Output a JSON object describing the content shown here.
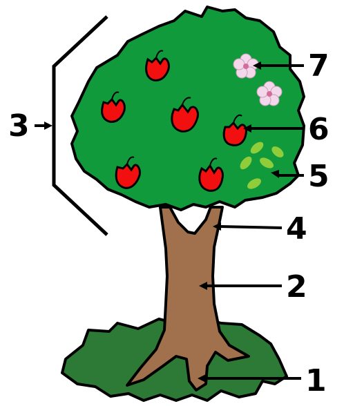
{
  "labels": {
    "roots": "1",
    "trunk": "2",
    "crown": "3",
    "branch": "4",
    "leaves": "5",
    "fruit": "6",
    "flower": "7"
  },
  "colors": {
    "canopy": "#119a3c",
    "grass": "#2d7a36",
    "trunk": "#a0714c",
    "fruit": "#f20f0f",
    "leaf": "#8fce3a",
    "flower": "#f3d7ea",
    "outline": "#000000"
  }
}
